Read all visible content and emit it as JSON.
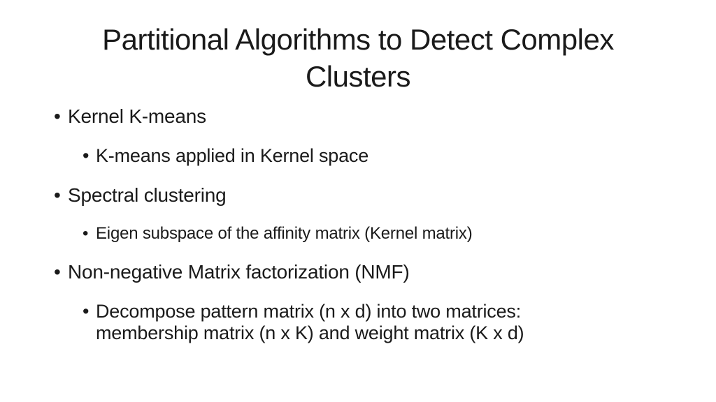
{
  "slide": {
    "title_lines": [
      "Partitional Algorithms to Detect Complex",
      "Clusters"
    ],
    "bullet_glyph": "•",
    "bullets": [
      {
        "level": 1,
        "text": "Kernel K-means"
      },
      {
        "level": 2,
        "text": "K-means applied in Kernel space"
      },
      {
        "level": 1,
        "text": "Spectral clustering"
      },
      {
        "level": 2,
        "text": "Eigen subspace of the affinity matrix (Kernel matrix)"
      },
      {
        "level": 1,
        "text": "Non-negative Matrix factorization (NMF)"
      },
      {
        "level": 2,
        "text": "Decompose pattern matrix (n x d) into two matrices: membership matrix (n x K) and weight matrix (K x d)"
      }
    ],
    "colors": {
      "background": "#ffffff",
      "text": "#1a1a1a"
    }
  }
}
